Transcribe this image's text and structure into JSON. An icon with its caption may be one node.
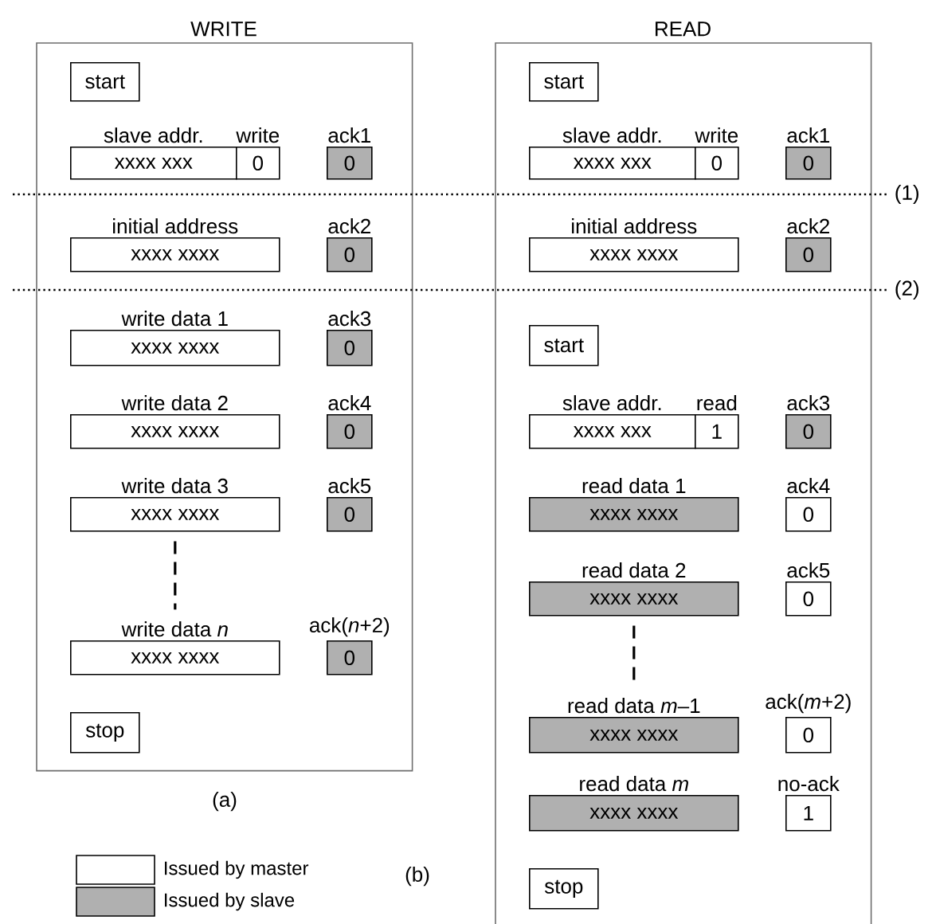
{
  "diagram": {
    "nodes": [
      {
        "text": [
          "WRITE"
        ]
      },
      {
        "text": [
          "start"
        ],
        "in": 0
      },
      {
        "text": [
          "slave addr.",
          "xxxx xxx"
        ],
        "in": 0
      },
      {
        "text": [
          "write",
          "0"
        ],
        "in": 0
      },
      {
        "text": [
          "ack1",
          "0"
        ],
        "in": 0
      },
      {
        "text": [
          "initial address",
          "xxxx xxxx"
        ],
        "in": 0
      },
      {
        "text": [
          "ack2",
          "0"
        ],
        "in": 0
      },
      {
        "text": [
          "write data 1",
          "xxxx xxxx"
        ],
        "in": 0
      },
      {
        "text": [
          "ack3",
          "0"
        ],
        "in": 0
      },
      {
        "text": [
          "write data 2",
          "xxxx xxxx"
        ],
        "in": 0
      },
      {
        "text": [
          "ack4",
          "0"
        ],
        "in": 0
      },
      {
        "text": [
          "write data 3",
          "xxxx xxxx"
        ],
        "in": 0
      },
      {
        "text": [
          "ack5",
          "0"
        ],
        "in": 0
      },
      {
        "text": [
          "write data *n*",
          "xxxx xxxx"
        ],
        "in": 0
      },
      {
        "text": [
          "ack(*n*+2)",
          "0"
        ],
        "in": 0
      },
      {
        "text": [
          "stop"
        ],
        "in": 0
      },
      {
        "text": [
          "READ"
        ]
      },
      {
        "text": [
          "start"
        ],
        "in": 16
      },
      {
        "text": [
          "slave addr.",
          "xxxx xxx"
        ],
        "in": 16
      },
      {
        "text": [
          "write",
          "0"
        ],
        "in": 16
      },
      {
        "text": [
          "ack1",
          "0"
        ],
        "in": 16
      },
      {
        "text": [
          "initial address",
          "xxxx xxxx"
        ],
        "in": 16
      },
      {
        "text": [
          "ack2",
          "0"
        ],
        "in": 16
      },
      {
        "text": [
          "start"
        ],
        "in": 16
      },
      {
        "text": [
          "slave addr.",
          "xxxx xxx"
        ],
        "in": 16
      },
      {
        "text": [
          "read",
          "1"
        ],
        "in": 16
      },
      {
        "text": [
          "ack3",
          "0"
        ],
        "in": 16
      },
      {
        "text": [
          "read data 1",
          "xxxx xxxx"
        ],
        "in": 16
      },
      {
        "text": [
          "ack4",
          "0"
        ],
        "in": 16
      },
      {
        "text": [
          "read data 2",
          "xxxx xxxx"
        ],
        "in": 16
      },
      {
        "text": [
          "ack5",
          "0"
        ],
        "in": 16
      },
      {
        "text": [
          "read data *m*–1",
          "xxxx xxxx"
        ],
        "in": 16
      },
      {
        "text": [
          "ack(*m*+2)",
          "0"
        ],
        "in": 16
      },
      {
        "text": [
          "read data *m*",
          "xxxx xxxx"
        ],
        "in": 16
      },
      {
        "text": [
          "no-ack",
          "1"
        ],
        "in": 16
      },
      {
        "text": [
          "stop"
        ],
        "in": 16
      }
    ],
    "edges": [
      {
        "from": 11,
        "to": 13,
        "arrow": "none",
        "style": "dashed"
      },
      {
        "from": 29,
        "to": 31,
        "arrow": "none",
        "style": "dashed"
      }
    ],
    "labels": [
      "(1)",
      "(2)",
      "(a)",
      "(b)"
    ],
    "legend": [
      {
        "text": "Issued by master"
      },
      {
        "text": "Issued by slave",
        "color": "#b0b0b0"
      }
    ]
  }
}
